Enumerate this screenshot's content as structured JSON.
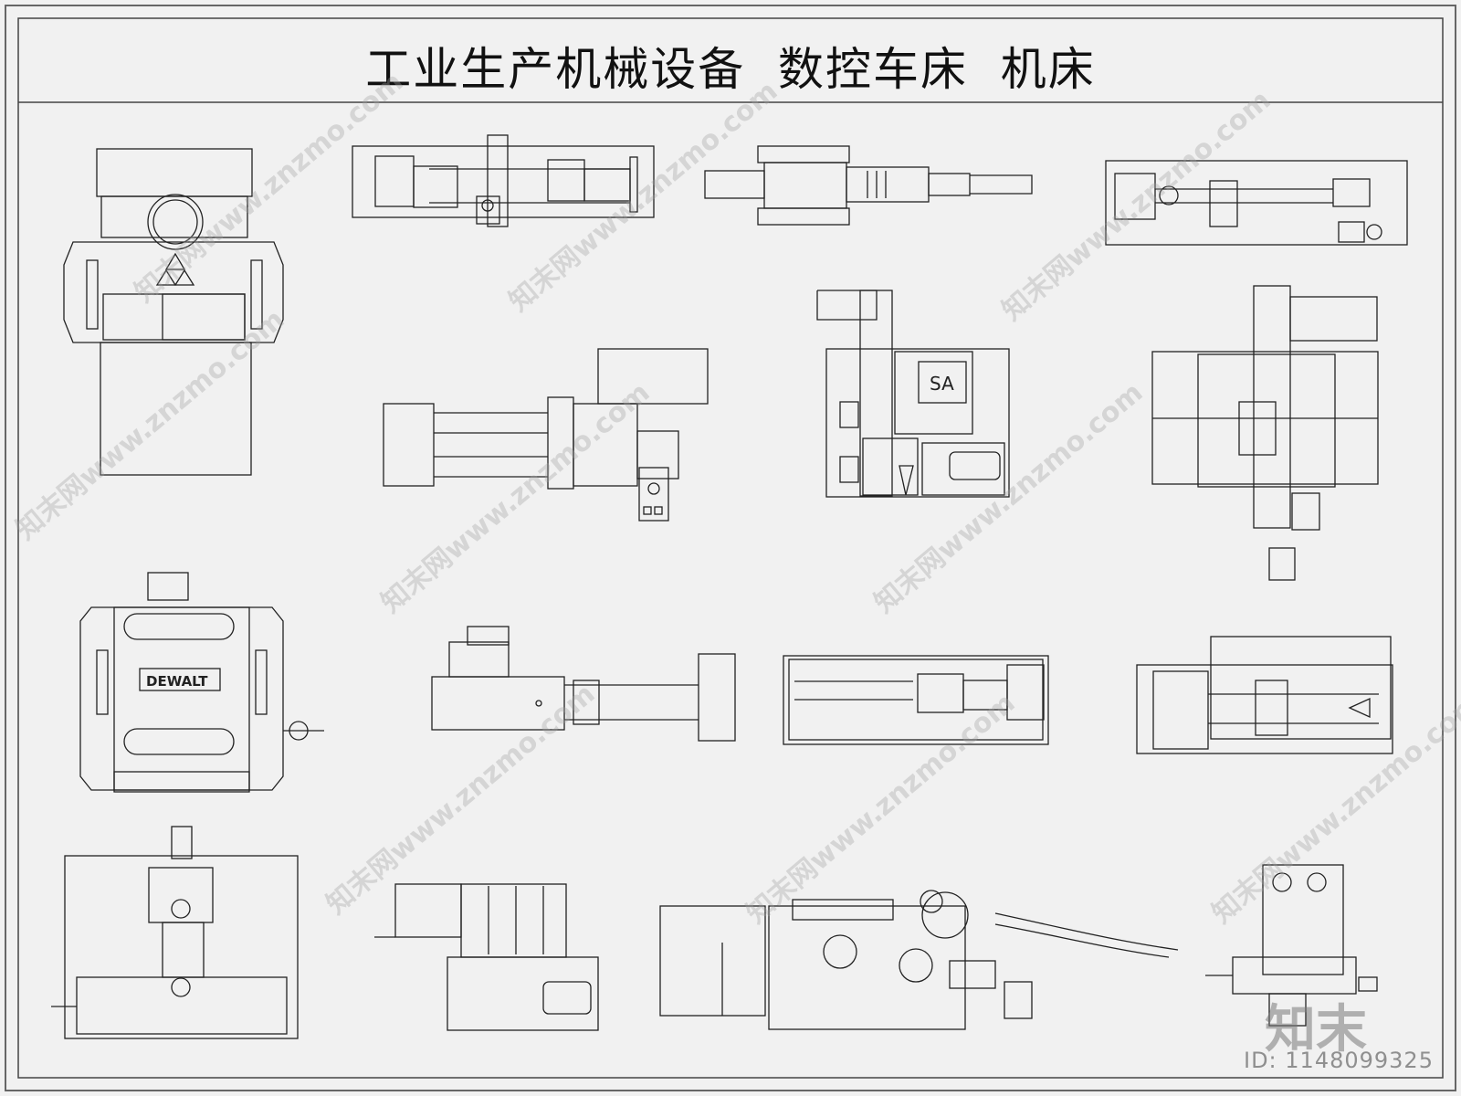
{
  "title": "工业生产机械设备  数控车床  机床",
  "brand_label": "DEWALT",
  "motor_label": "SA",
  "watermark_text": "知末网www.znzmo.com",
  "logo_text": "知末",
  "id_label": "ID: 1148099325",
  "colors": {
    "background": "#f1f1f1",
    "line": "#222222",
    "watermark": "#a0a0a0"
  }
}
